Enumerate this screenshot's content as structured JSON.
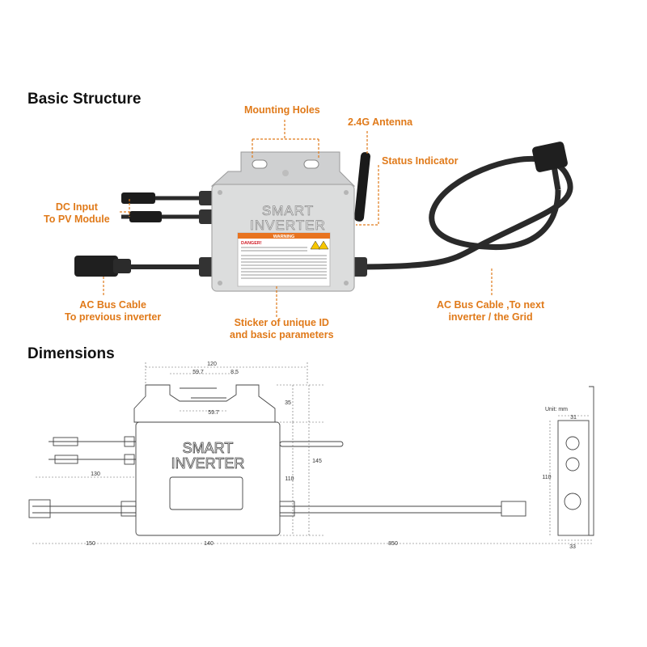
{
  "sections": {
    "basic_structure": "Basic Structure",
    "dimensions": "Dimensions"
  },
  "callouts": {
    "mounting_holes": "Mounting Holes",
    "antenna": "2.4G Antenna",
    "status_indicator": "Status Indicator",
    "dc_input_line1": "DC Input",
    "dc_input_line2": "To PV Module",
    "ac_prev_line1": "AC Bus Cable",
    "ac_prev_line2": "To previous inverter",
    "sticker_line1": "Sticker of unique ID",
    "sticker_line2": "and basic parameters",
    "ac_next_line1": "AC Bus Cable ,To next",
    "ac_next_line2": "inverter / the Grid"
  },
  "device": {
    "brand_line1": "SMART",
    "brand_line2": "INVERTER",
    "warning_header": "WARNING",
    "danger_label": "DANGER!"
  },
  "dimension_labels": {
    "overall_width": "120",
    "hole_spacing": "59.7",
    "slot_width": "8.5",
    "hole_spacing_lower": "59.7",
    "tab_height": "35",
    "overall_height": "145",
    "body_height": "110",
    "dc_cable": "130",
    "ac_prev_cable": "150",
    "body_width": "140",
    "ac_next_cable": "850",
    "side_unit": "Unit: mm",
    "side_top": "31",
    "side_height": "110",
    "side_bottom": "33"
  },
  "colors": {
    "accent": "#e07a1a",
    "housing": "#d9dadb",
    "cable": "#2a2a2a",
    "warning_orange": "#e8731f"
  }
}
